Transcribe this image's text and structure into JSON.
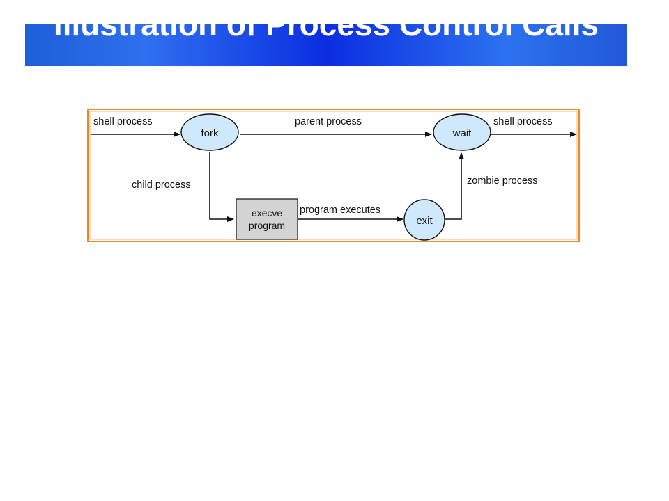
{
  "slide": {
    "title": "Illustration of Process Control Calls"
  },
  "diagram": {
    "nodes": {
      "fork": "fork",
      "wait": "wait",
      "execve": [
        "execve",
        "program"
      ],
      "exit": "exit"
    },
    "edges": {
      "shell_in": "shell process",
      "parent": "parent process",
      "shell_out": "shell process",
      "child": "child process",
      "program_executes": "program executes",
      "zombie": "zombie process"
    },
    "colors": {
      "title_bar": "#1a4ee6",
      "frame": "#e8892b",
      "node_fill": "#cde9fb",
      "box_fill": "#d3d3d3",
      "line": "#111111"
    }
  }
}
